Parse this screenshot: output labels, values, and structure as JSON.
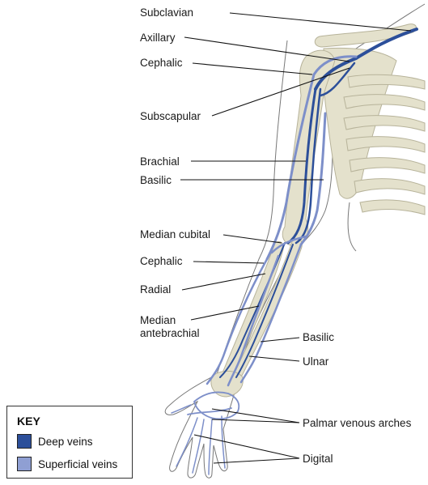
{
  "labels": {
    "subclavian": "Subclavian",
    "axillary": "Axillary",
    "cephalic_upper": "Cephalic",
    "subscapular": "Subscapular",
    "brachial": "Brachial",
    "basilic_upper": "Basilic",
    "median_cubital": "Median cubital",
    "cephalic_lower": "Cephalic",
    "radial": "Radial",
    "median_antebrachial_line1": "Median",
    "median_antebrachial_line2": "antebrachial",
    "basilic_lower": "Basilic",
    "ulnar": "Ulnar",
    "palmar_arches": "Palmar venous arches",
    "digital": "Digital"
  },
  "key": {
    "title": "KEY",
    "items": [
      {
        "label": "Deep veins",
        "color": "#2c4f9a"
      },
      {
        "label": "Superficial veins",
        "color": "#8f9fd3"
      }
    ]
  },
  "colors": {
    "deep_vein": "#2c4f9a",
    "superficial_vein": "#7d8fc9",
    "bone": "#e4e1cc",
    "outline": "#777777"
  }
}
